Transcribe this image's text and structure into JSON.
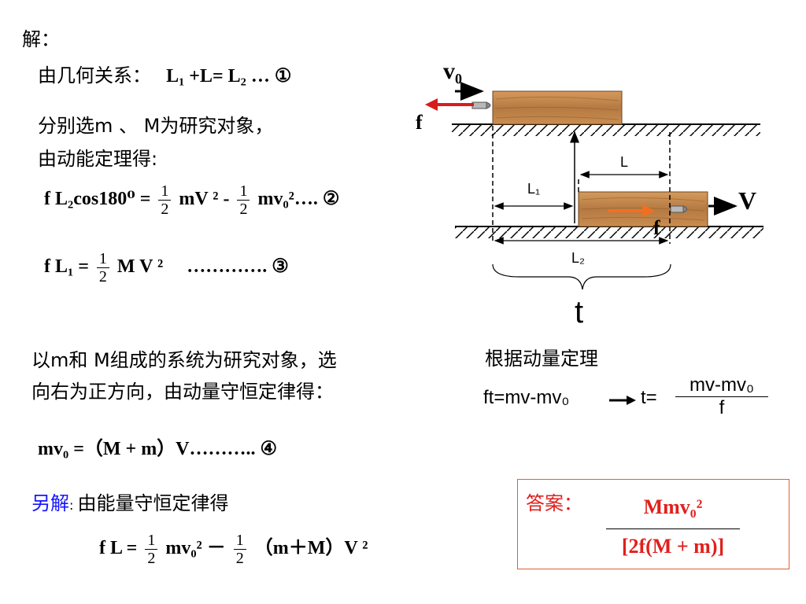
{
  "lines": {
    "jie": "解：",
    "geo_prefix": "由几何关系：",
    "geo_eq": "L₁ +L= L₂ … ①",
    "choose": "分别选m 、 M为研究对象，",
    "kinetic": "由动能定理得:",
    "eq2_left": "f L₂cos180⁰ =",
    "eq2_mid": "mV ² -",
    "eq2_right": "mv₀²…. ②",
    "eq3_left": "f L₁ =",
    "eq3_right": "M V ²",
    "eq3_dots": "…………. ③",
    "system_line1": "以m和 M组成的系统为研究对象，选",
    "system_line2": "向右为正方向，由动量守恒定律得：",
    "eq4": "mv₀ =（M + m）V……….. ④",
    "alt_label": "另解",
    "alt_colon": ":",
    "alt_text": "由能量守恒定律得",
    "alt_eq_left": "f L =",
    "alt_eq_mid": "mv₀²  －",
    "alt_eq_right": "（m＋M）V ²",
    "momentum_title": "根据动量定理",
    "momentum_eq": "ft=mv-mv₀",
    "t_eq": "t=",
    "t_num": "mv-mv₀",
    "t_den": "f",
    "half_num": "1",
    "half_den": "2"
  },
  "answer": {
    "label": "答案：",
    "numerator": "Mmv₀²",
    "denominator": "[2f(M + m)]"
  },
  "diagram": {
    "v0": "v₀",
    "f_top": "f",
    "f_bottom": "f",
    "V": "V",
    "L": "L",
    "L1": "L₁",
    "L2": "L₂",
    "t": "t"
  },
  "colors": {
    "text": "#000000",
    "alt_label": "#1515ff",
    "answer_text": "#e0201c",
    "answer_border": "#e06030",
    "wood": "#c08a52",
    "arrow_red": "#d81c1c",
    "arrow_orange": "#f07020"
  }
}
